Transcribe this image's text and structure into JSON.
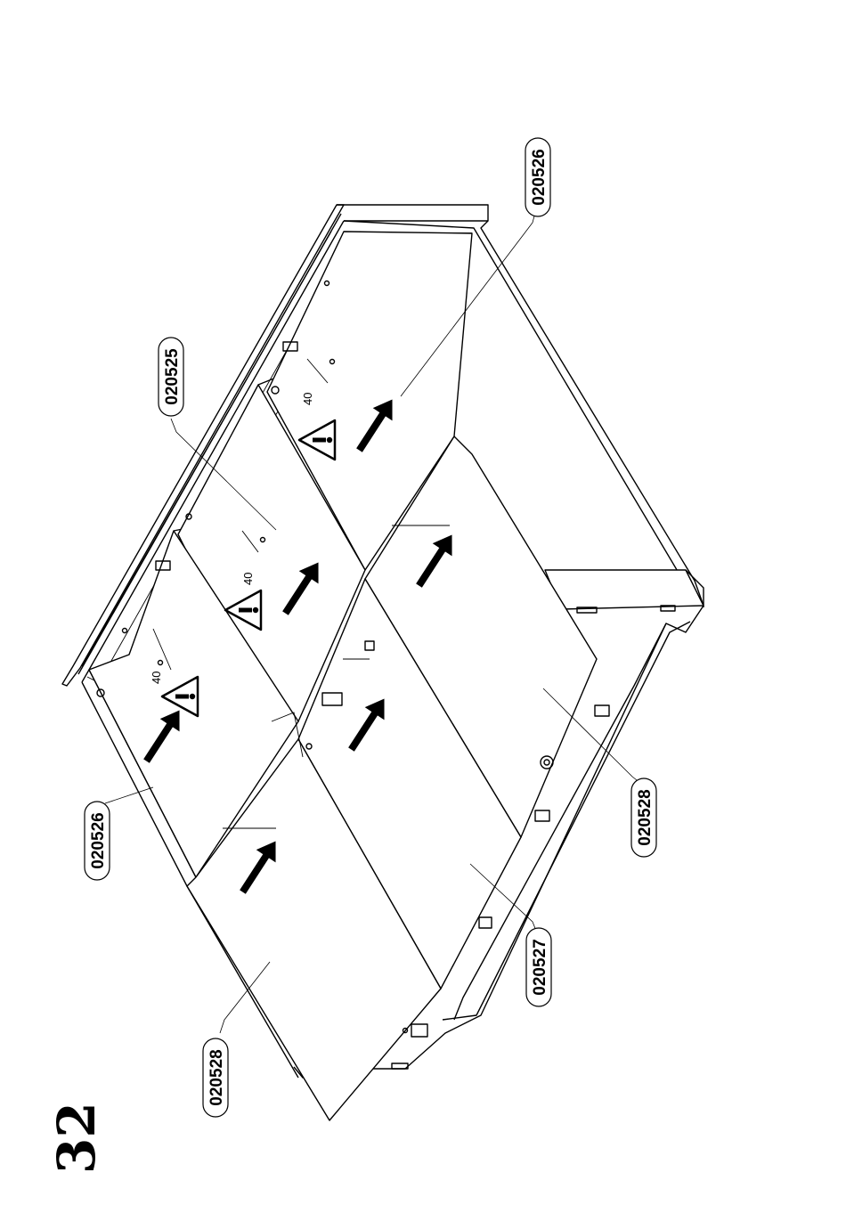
{
  "step_number": "32",
  "parts": {
    "p1": "020526",
    "p2": "020525",
    "p3": "020526",
    "p4": "020528",
    "p5": "020528",
    "p6": "020527"
  },
  "dimensions": {
    "d1": "40",
    "d2": "40",
    "d3": "40"
  },
  "icons": {
    "warning": "warning-triangle-icon",
    "arrow": "insert-direction-arrow-icon"
  }
}
